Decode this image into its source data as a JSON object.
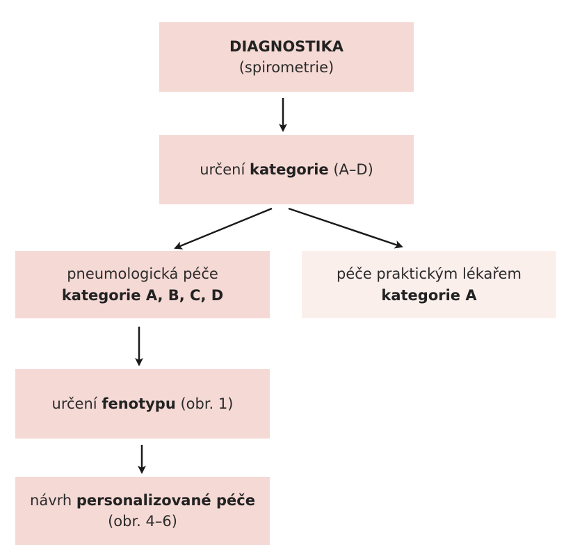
{
  "diagram": {
    "colors": {
      "box_fill": "#f5d9d5",
      "box_fill_light": "#fbefec",
      "arrow": "#1a1a1a"
    },
    "boxes": {
      "diagnostika": {
        "title": "DIAGNOSTIKA",
        "subtitle": "(spirometrie)"
      },
      "kategorie": {
        "pre": "určení ",
        "bold": "kategorie",
        "post": " (A–D)"
      },
      "pneumologicka": {
        "line1": "pneumologická péče",
        "line2": "kategorie A, B, C, D"
      },
      "prakticka": {
        "line1": "péče praktickým lékařem",
        "line2": "kategorie A"
      },
      "fenotyp": {
        "pre": "určení ",
        "bold": "fenotypu",
        "post": " (obr. 1)"
      },
      "navrh": {
        "pre": "návrh ",
        "bold": "personalizované péče",
        "line2": "(obr. 4–6)"
      }
    },
    "edges": [
      {
        "from": "diagnostika",
        "to": "kategorie"
      },
      {
        "from": "kategorie",
        "to": "pneumologicka"
      },
      {
        "from": "kategorie",
        "to": "prakticka"
      },
      {
        "from": "pneumologicka",
        "to": "fenotyp"
      },
      {
        "from": "fenotyp",
        "to": "navrh"
      }
    ]
  }
}
